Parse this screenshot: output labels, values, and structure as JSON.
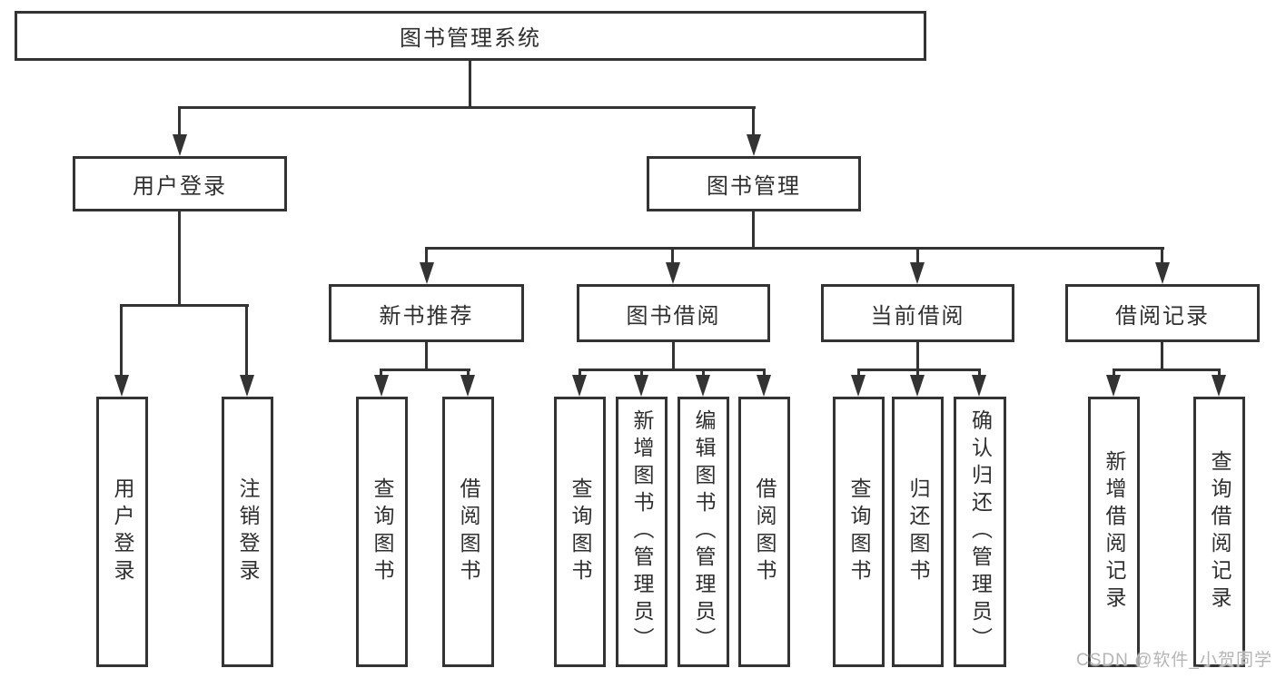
{
  "tree": {
    "root": {
      "label": "图书管理系统"
    },
    "branches": [
      {
        "label": "用户登录",
        "children": [
          {
            "label": "用户登录"
          },
          {
            "label": "注销登录"
          }
        ]
      },
      {
        "label": "图书管理",
        "children": [
          {
            "label": "新书推荐",
            "children": [
              {
                "label": "查询图书"
              },
              {
                "label": "借阅图书"
              }
            ]
          },
          {
            "label": "图书借阅",
            "children": [
              {
                "label": "查询图书"
              },
              {
                "label": "新增图书（管理员）"
              },
              {
                "label": "编辑图书（管理员）"
              },
              {
                "label": "借阅图书"
              }
            ]
          },
          {
            "label": "当前借阅",
            "children": [
              {
                "label": "查询图书"
              },
              {
                "label": "归还图书"
              },
              {
                "label": "确认归还（管理员）"
              }
            ]
          },
          {
            "label": "借阅记录",
            "children": [
              {
                "label": "新增借阅记录"
              },
              {
                "label": "查询借阅记录"
              }
            ]
          }
        ]
      }
    ]
  },
  "watermark": {
    "text": "CSDN @软件_小贺同学"
  },
  "colors": {
    "line": "#333333",
    "box_border": "#333333",
    "box_background": "#ffffff",
    "text": "#2f2f2f",
    "watermark": "#b5b5b5"
  }
}
